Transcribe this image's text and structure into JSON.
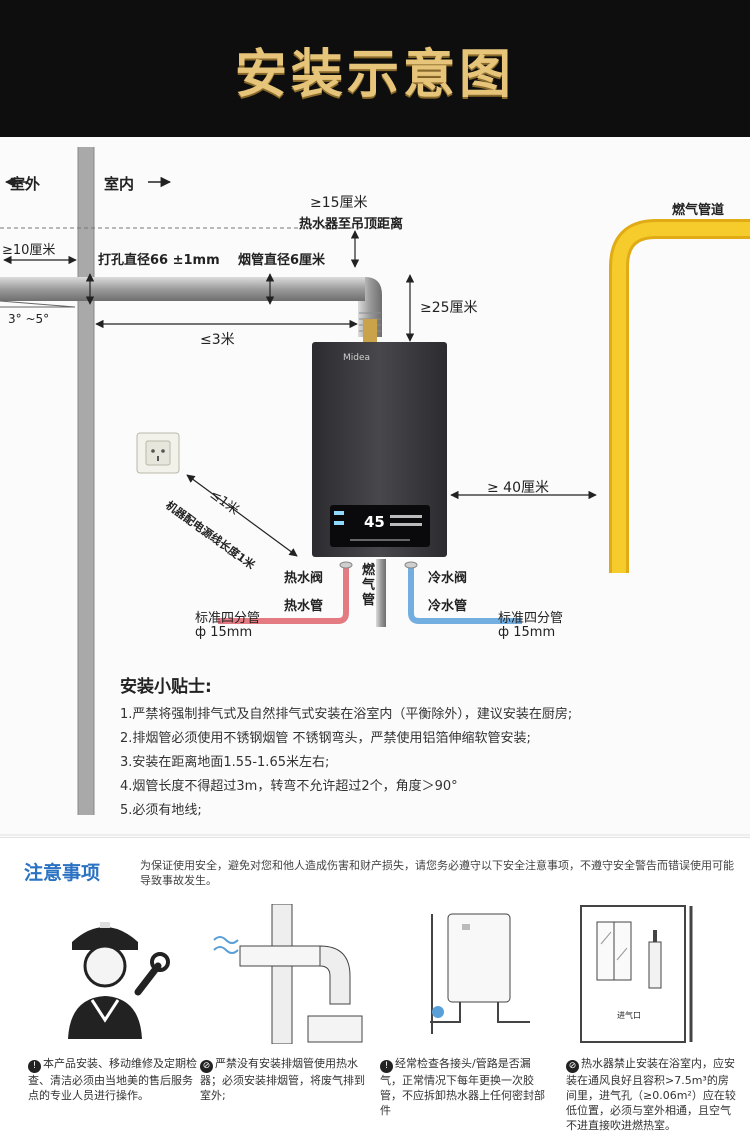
{
  "header": {
    "title": "安装示意图"
  },
  "diagram": {
    "outdoor": "室外",
    "indoor": "室内",
    "ceiling_dist_value": "≥15厘米",
    "ceiling_dist_desc": "热水器至吊顶距离",
    "gas_pipe": "燃气管道",
    "wall_overhang": "≥10厘米",
    "hole_diameter": "打孔直径66 ±1mm",
    "flue_diameter": "烟管直径6厘米",
    "top_clearance": "≥25厘米",
    "slope": "3° ~5°",
    "flue_length": "≤3米",
    "side_clearance": "≥ 40厘米",
    "socket_distance": "≤1米",
    "power_cord": "机器配电源线长度1米",
    "brand": "Midea",
    "display": "45",
    "hot_valve": "热水阀",
    "hot_pipe": "热水管",
    "gas_label": "燃气管",
    "cold_valve": "冷水阀",
    "cold_pipe": "冷水管",
    "std_pipe_left": "标准四分管",
    "std_diam_left": "ф 15mm",
    "std_pipe_right": "标准四分管",
    "std_diam_right": "ф 15mm"
  },
  "tips": {
    "title": "安装小贴士:",
    "items": [
      "1.严禁将强制排气式及自然排气式安装在浴室内（平衡除外），建议安装在厨房;",
      "2.排烟管必须使用不锈钢烟管 不锈钢弯头，严禁使用铝箔伸缩软管安装;",
      "3.安装在距离地面1.55-1.65米左右;",
      "4.烟管长度不得超过3m，转弯不允许超过2个，角度＞90°",
      "5.必须有地线;"
    ]
  },
  "notice": {
    "title": "注意事项",
    "intro": "为保证使用安全，避免对您和他人造成伤害和财产损失，请您务必遵守以下安全注意事项，不遵守安全警告而错误使用可能导致事故发生。",
    "captions": [
      "本产品安装、移动维修及定期检查、清洁必须由当地美的售后服务点的专业人员进行操作。",
      "严禁没有安装排烟管使用热水器；必须安装排烟管，将废气排到室外;",
      "经常检查各接头/管路是否漏气，正常情况下每年更换一次胶管，不应拆卸热水器上任何密封部件",
      "热水器禁止安装在浴室内，应安装在通风良好且容积>7.5m³的房间里，进气孔（≥0.06m²）应在较低位置，必须与室外相通，且空气不进直接吹进燃热室。"
    ],
    "marks": [
      "!",
      "⊘",
      "!",
      "⊘"
    ],
    "vent_label": "进气口"
  },
  "colors": {
    "header_bg": "#0e0e0e",
    "title_gold": "#e6c47a",
    "gas_yellow": "#f2c21b",
    "hot_red": "#e47a82",
    "cold_blue": "#72aee0",
    "heater_body": "#3a3a3e",
    "notice_blue": "#2a72c2"
  }
}
